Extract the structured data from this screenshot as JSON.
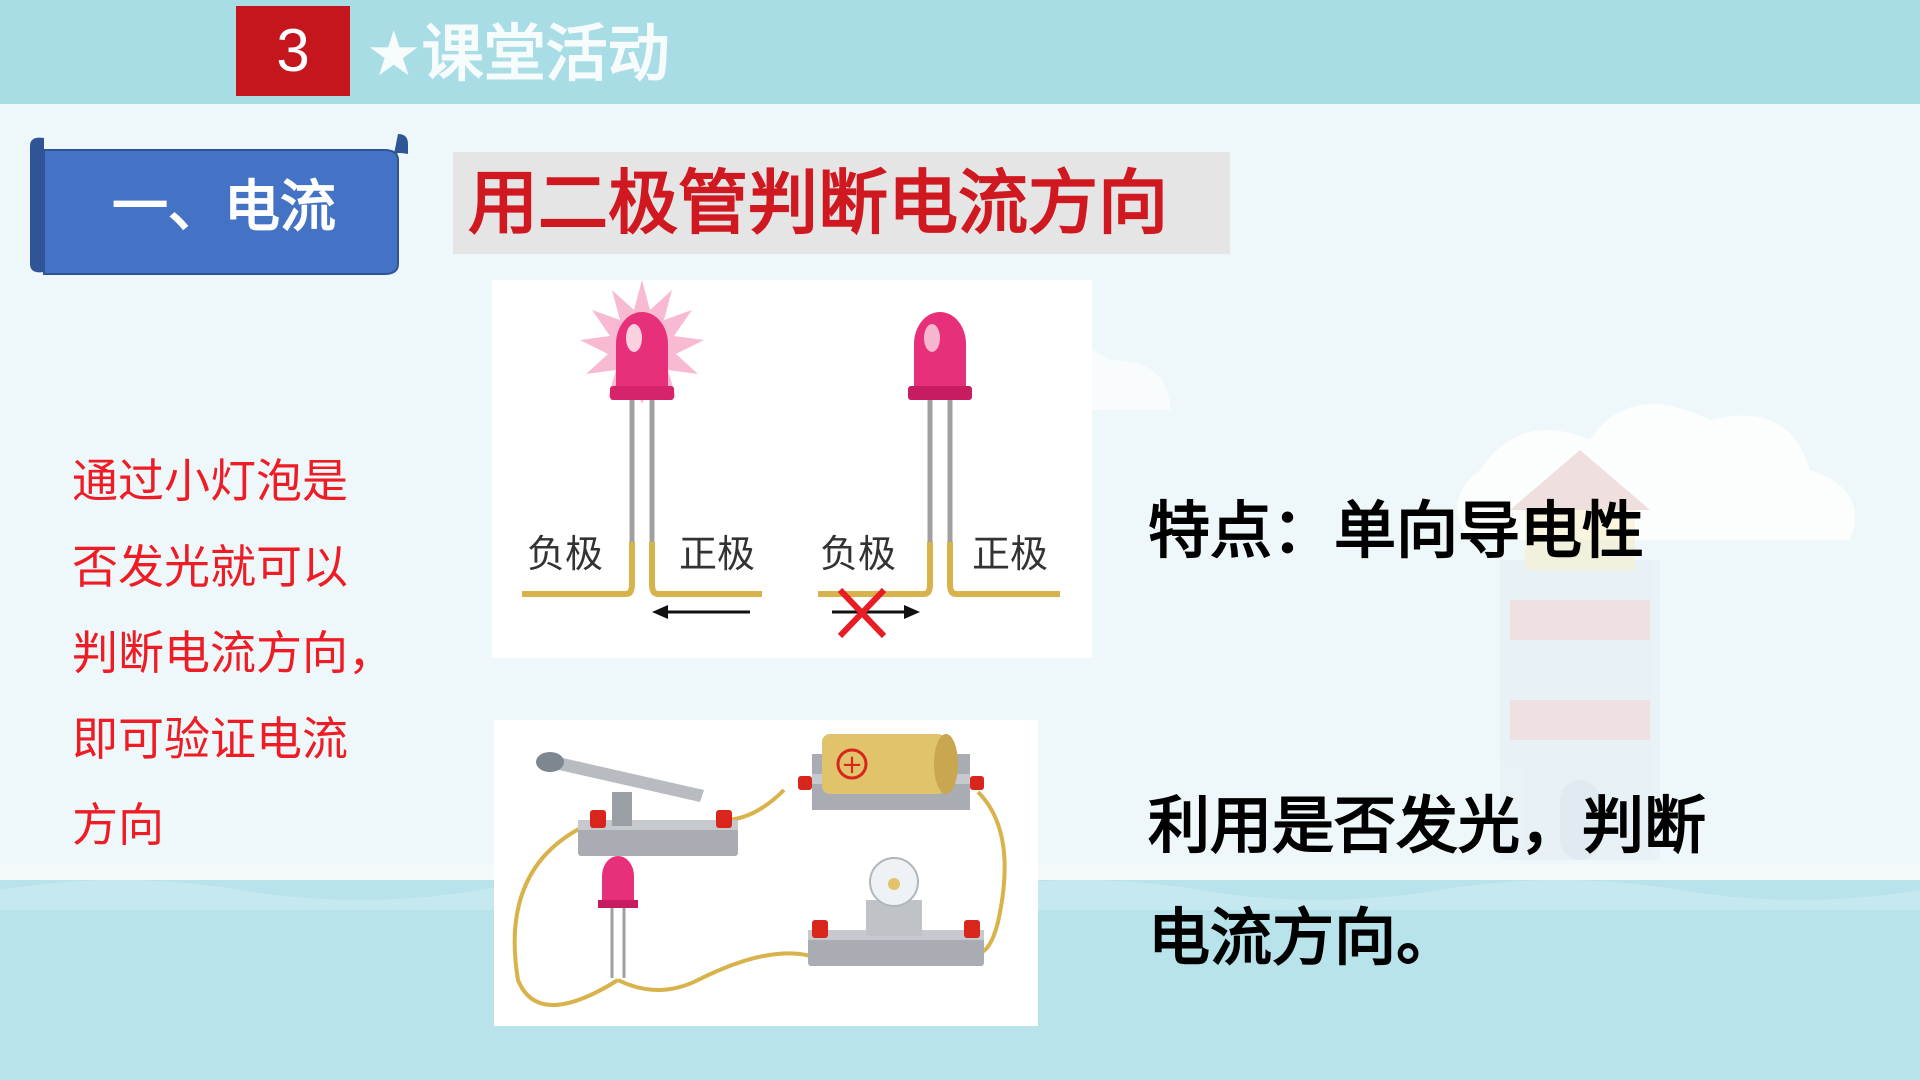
{
  "header": {
    "section_number": "3",
    "title": "★课堂活动"
  },
  "section_label": "一、电流",
  "slide_title": "用二极管判断电流方向",
  "left_note": "通过小灯泡是\n否发光就可以\n判断电流方向，\n即可验证电流\n方向",
  "diagram_top": {
    "left_led": {
      "neg_label": "负极",
      "pos_label": "正极"
    },
    "right_led": {
      "neg_label": "负极",
      "pos_label": "正极"
    }
  },
  "diagram_bottom": {
    "battery_symbol": "+"
  },
  "feature_text": "特点：单向导电性",
  "usage_text": {
    "line1": "利用是否发光，判断",
    "line2": "电流方向。"
  },
  "colors": {
    "header_band": "#a9dde6",
    "number_box": "#c4161c",
    "scroll_blue": "#4472c4",
    "title_red": "#d01820",
    "note_red": "#ee1c24",
    "led_pink": "#e8307a",
    "wire_gold": "#d8b24a"
  }
}
